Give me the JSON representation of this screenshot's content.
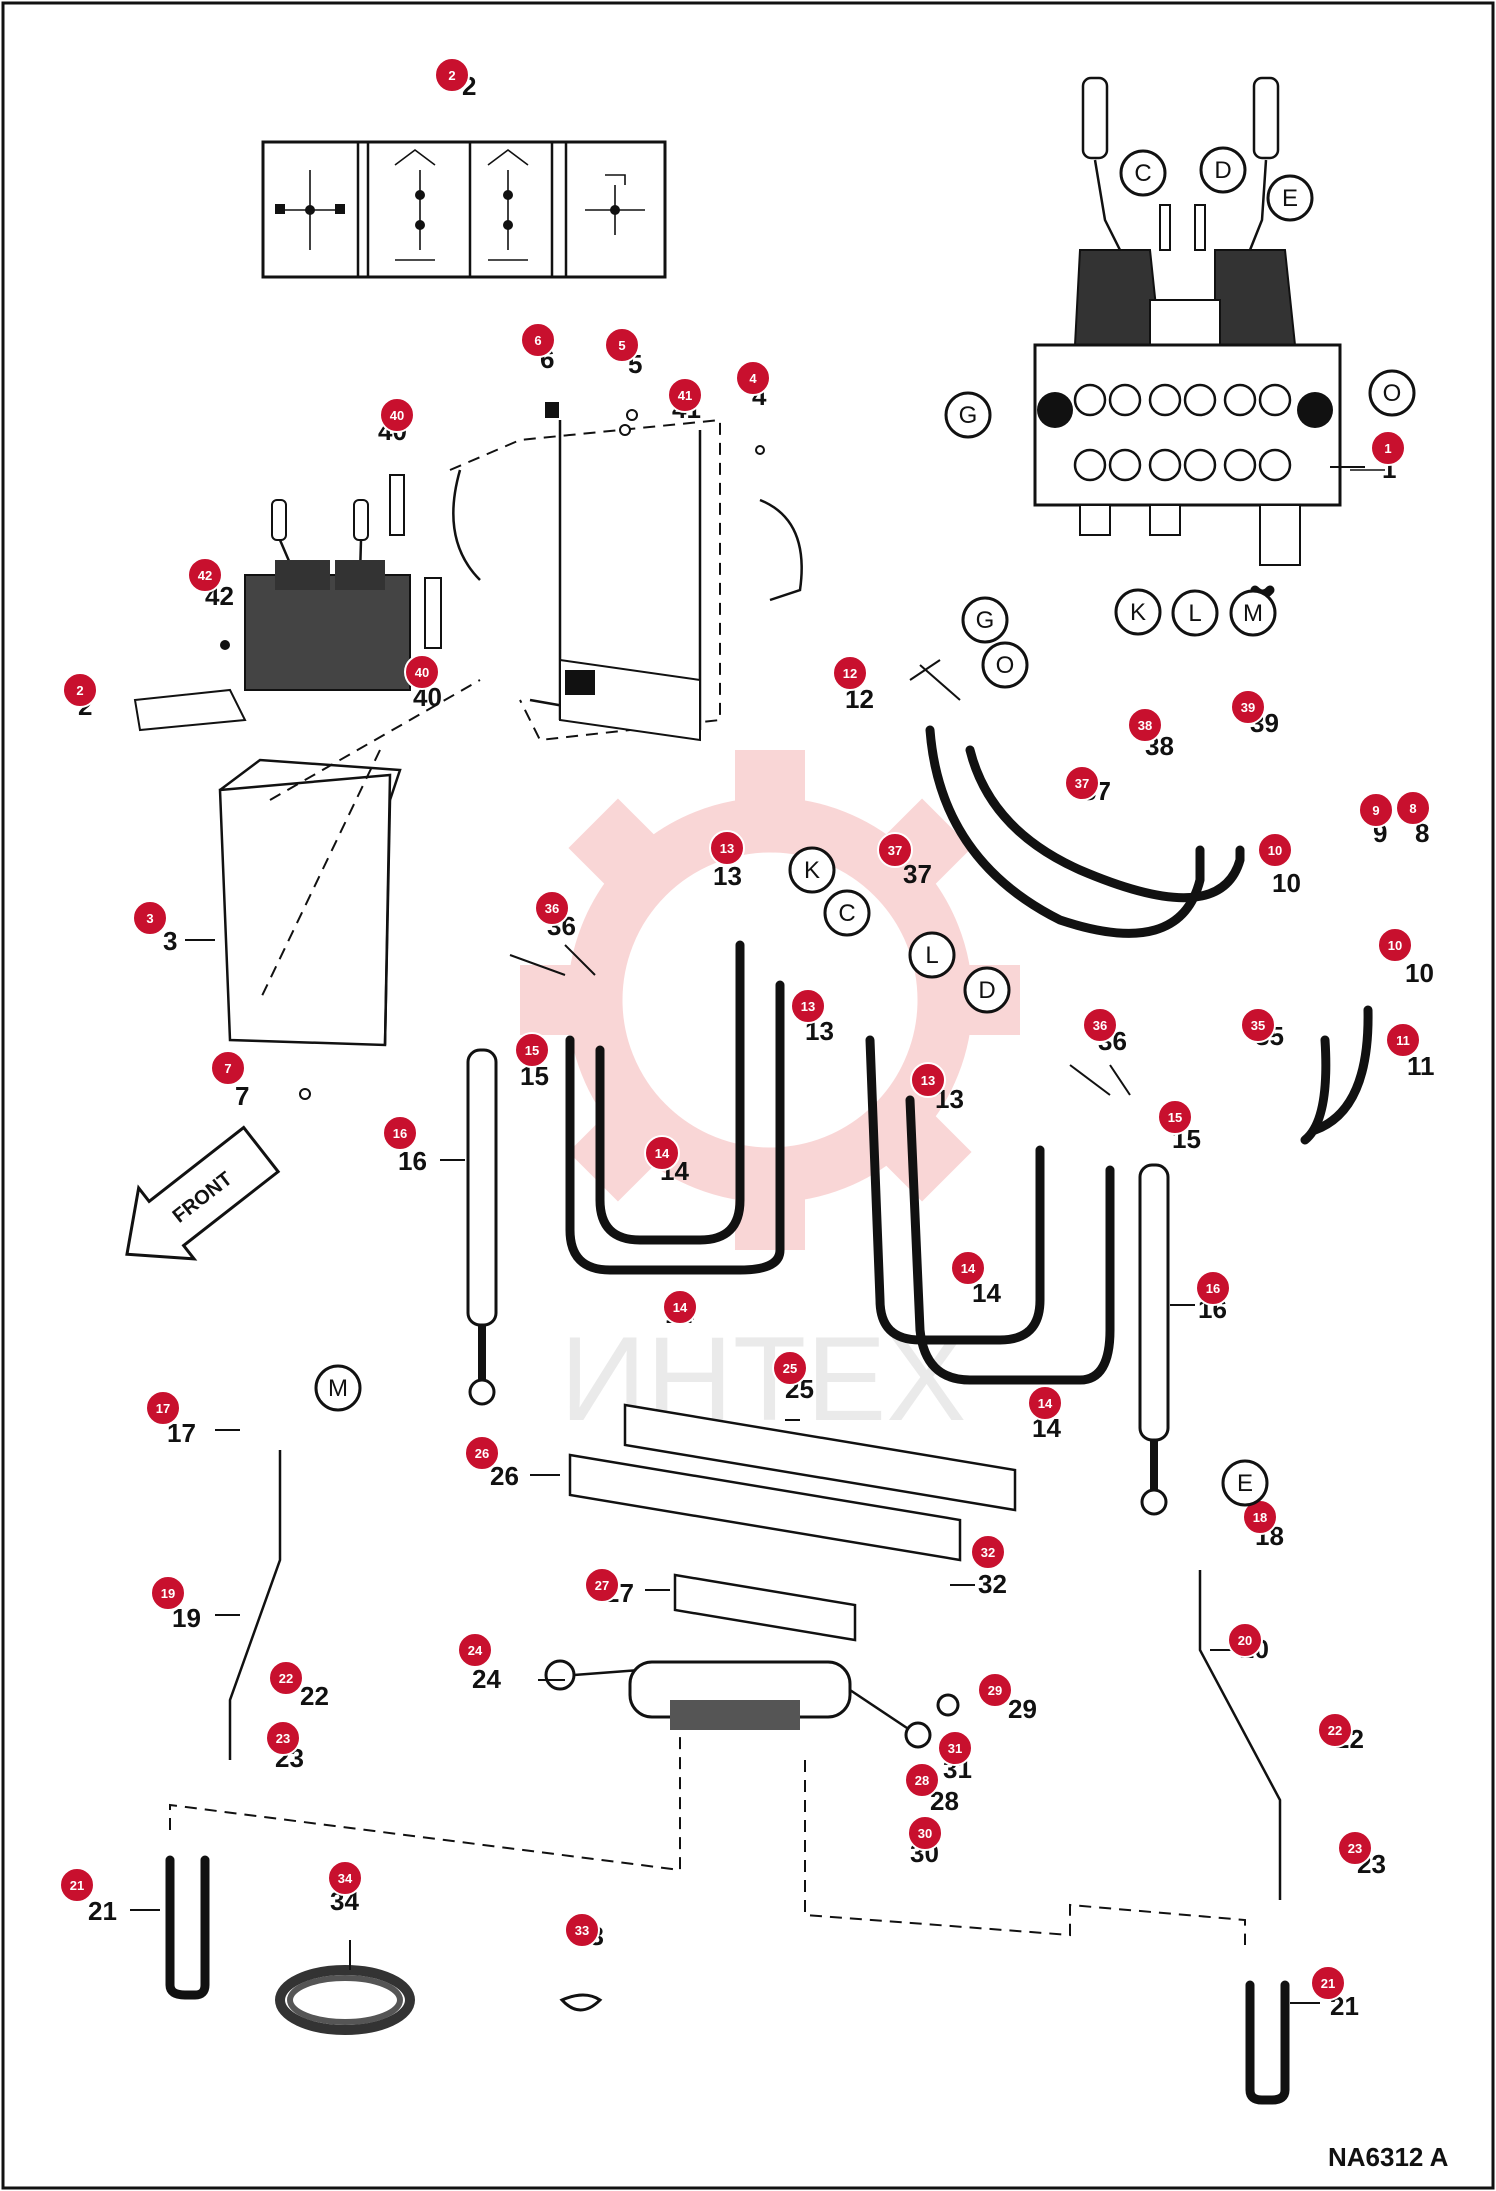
{
  "diagram_code": "NA6312 A",
  "watermark_text": "ИНТЕХ",
  "colors": {
    "callout": "#c8102e",
    "ink": "#111111",
    "watermark": "#f5b5b5",
    "background": "#ffffff"
  },
  "decal_icons": [
    "float-icon",
    "bucket-curl-icon",
    "lift-arm-icon",
    "auxiliary-icon"
  ],
  "front_arrow_text": "FRONT",
  "callouts": [
    {
      "id": "c2a",
      "n": "2",
      "label": "2"
    },
    {
      "id": "c6",
      "n": "6",
      "label": "6"
    },
    {
      "id": "c5",
      "n": "5",
      "label": "5"
    },
    {
      "id": "c4",
      "n": "4",
      "label": "4"
    },
    {
      "id": "c41",
      "n": "41",
      "label": "41"
    },
    {
      "id": "c40a",
      "n": "40",
      "label": "40"
    },
    {
      "id": "c42",
      "n": "42",
      "label": "42"
    },
    {
      "id": "c40b",
      "n": "40",
      "label": "40"
    },
    {
      "id": "c2b",
      "n": "2",
      "label": "2"
    },
    {
      "id": "c3",
      "n": "3",
      "label": "3"
    },
    {
      "id": "c7",
      "n": "7",
      "label": "7"
    },
    {
      "id": "c1",
      "n": "1",
      "label": "1"
    },
    {
      "id": "c12",
      "n": "12",
      "label": "12"
    },
    {
      "id": "c38",
      "n": "38",
      "label": "38"
    },
    {
      "id": "c39",
      "n": "39",
      "label": "39"
    },
    {
      "id": "c37a",
      "n": "37",
      "label": "37"
    },
    {
      "id": "c37b",
      "n": "37",
      "label": "37"
    },
    {
      "id": "c9",
      "n": "9",
      "label": "9"
    },
    {
      "id": "c8",
      "n": "8",
      "label": "8"
    },
    {
      "id": "c10a",
      "n": "10",
      "label": "10"
    },
    {
      "id": "c10b",
      "n": "10",
      "label": "10"
    },
    {
      "id": "c35",
      "n": "35",
      "label": "35"
    },
    {
      "id": "c11",
      "n": "11",
      "label": "11"
    },
    {
      "id": "c13a",
      "n": "13",
      "label": "13"
    },
    {
      "id": "c36a",
      "n": "36",
      "label": "36"
    },
    {
      "id": "c15a",
      "n": "15",
      "label": "15"
    },
    {
      "id": "c13b",
      "n": "13",
      "label": "13"
    },
    {
      "id": "c13c",
      "n": "13",
      "label": "13"
    },
    {
      "id": "c16a",
      "n": "16",
      "label": "16"
    },
    {
      "id": "c14a",
      "n": "14",
      "label": "14"
    },
    {
      "id": "c14b",
      "n": "14",
      "label": "14"
    },
    {
      "id": "c36b",
      "n": "36",
      "label": "36"
    },
    {
      "id": "c15b",
      "n": "15",
      "label": "15"
    },
    {
      "id": "c14c",
      "n": "14",
      "label": "14"
    },
    {
      "id": "c16b",
      "n": "16",
      "label": "16"
    },
    {
      "id": "c14d",
      "n": "14",
      "label": "14"
    },
    {
      "id": "c17",
      "n": "17",
      "label": "17"
    },
    {
      "id": "c25",
      "n": "25",
      "label": "25"
    },
    {
      "id": "c26",
      "n": "26",
      "label": "26"
    },
    {
      "id": "c32a",
      "n": "32",
      "label": "32"
    },
    {
      "id": "c18",
      "n": "18",
      "label": "18"
    },
    {
      "id": "c27",
      "n": "27",
      "label": "27"
    },
    {
      "id": "c19",
      "n": "19",
      "label": "19"
    },
    {
      "id": "c20",
      "n": "20",
      "label": "20"
    },
    {
      "id": "c24",
      "n": "24",
      "label": "24"
    },
    {
      "id": "c29",
      "n": "29",
      "label": "29"
    },
    {
      "id": "c22a",
      "n": "22",
      "label": "22"
    },
    {
      "id": "c23a",
      "n": "23",
      "label": "23"
    },
    {
      "id": "c31",
      "n": "31",
      "label": "31"
    },
    {
      "id": "c28",
      "n": "28",
      "label": "28"
    },
    {
      "id": "c30",
      "n": "30",
      "label": "30"
    },
    {
      "id": "c22b",
      "n": "22",
      "label": "22"
    },
    {
      "id": "c23b",
      "n": "23",
      "label": "23"
    },
    {
      "id": "c21a",
      "n": "21",
      "label": "21"
    },
    {
      "id": "c34",
      "n": "34",
      "label": "34"
    },
    {
      "id": "c33",
      "n": "33",
      "label": "33"
    },
    {
      "id": "c21b",
      "n": "21",
      "label": "21"
    }
  ],
  "ports": [
    {
      "id": "pC",
      "label": "C"
    },
    {
      "id": "pD",
      "label": "D"
    },
    {
      "id": "pE",
      "label": "E"
    },
    {
      "id": "pG",
      "label": "G"
    },
    {
      "id": "pO",
      "label": "O"
    },
    {
      "id": "pK",
      "label": "K"
    },
    {
      "id": "pL",
      "label": "L"
    },
    {
      "id": "pM",
      "label": "M"
    },
    {
      "id": "pG2",
      "label": "G"
    },
    {
      "id": "pO2",
      "label": "O"
    },
    {
      "id": "pK2",
      "label": "K"
    },
    {
      "id": "pC2",
      "label": "C"
    },
    {
      "id": "pL2",
      "label": "L"
    },
    {
      "id": "pD2",
      "label": "D"
    },
    {
      "id": "pM2",
      "label": "M"
    },
    {
      "id": "pE2",
      "label": "E"
    }
  ]
}
